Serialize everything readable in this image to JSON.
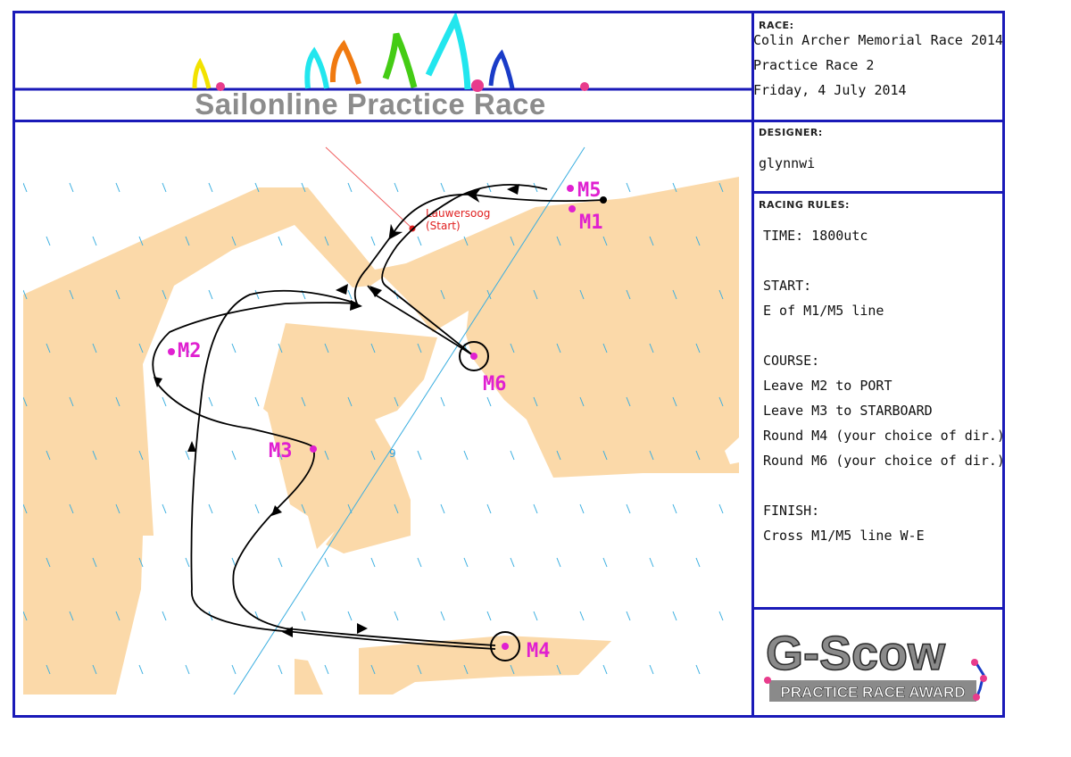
{
  "header": {
    "title": "Sailonline Practice Race"
  },
  "race_panel": {
    "label": "RACE:",
    "lines": [
      "Colin Archer Memorial Race 2014",
      "Practice Race 2",
      "Friday, 4 July 2014"
    ]
  },
  "designer_panel": {
    "label": "DESIGNER:",
    "name": "glynnwi"
  },
  "rules_panel": {
    "label": "RACING RULES:",
    "time": "TIME: 1800utc",
    "start_heading": "START:",
    "start_text": "E of M1/M5 line",
    "course_heading": "COURSE:",
    "course_lines": [
      "Leave M2 to PORT",
      "Leave M3 to STARBOARD",
      "Round M4 (your choice of dir.)",
      "Round M6 (your choice of dir.)"
    ],
    "finish_heading": "FINISH:",
    "finish_text": "Cross M1/M5 line W-E"
  },
  "award": {
    "main": "G-Scow",
    "sub": "PRACTICE RACE AWARD"
  },
  "map": {
    "start_name": "Lauwersoog",
    "start_sub": "(Start)",
    "grid_number": "9",
    "marks": {
      "m1": "M1",
      "m2": "M2",
      "m3": "M3",
      "m4": "M4",
      "m5": "M5",
      "m6": "M6"
    },
    "colors": {
      "land": "#fbd9a9",
      "water": "#ffffff",
      "rain": "#3aaee0",
      "mark": "#e020d0",
      "route": "#000000",
      "grid_line": "#3aaee0",
      "start_line": "#f06060"
    }
  }
}
